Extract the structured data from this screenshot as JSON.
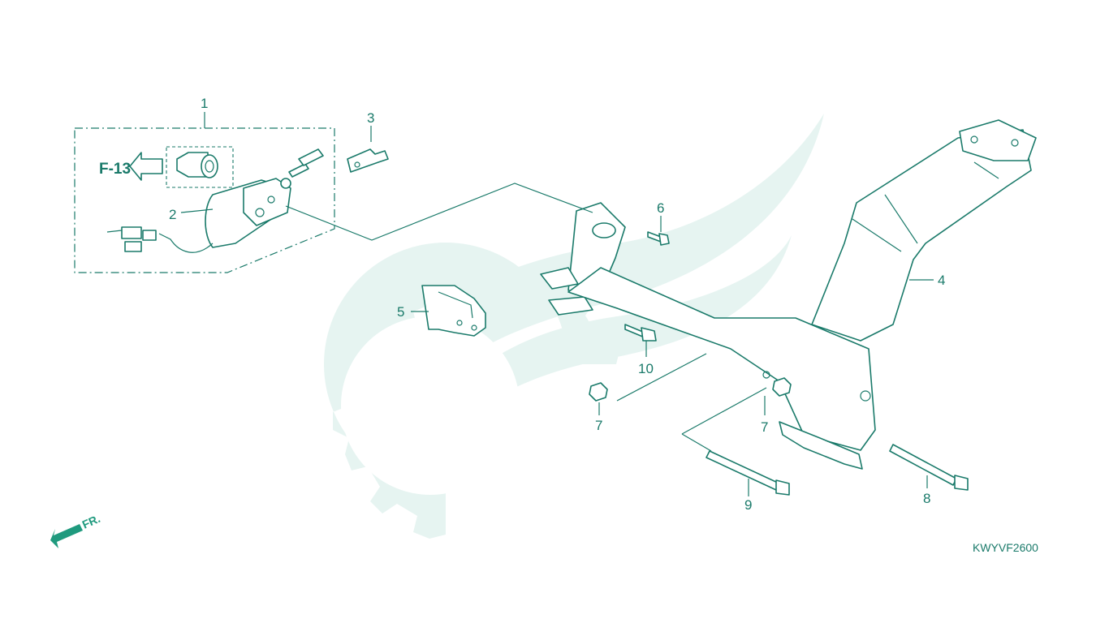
{
  "diagram": {
    "drawing_code": "KWYVF2600",
    "reference": "F-13",
    "front_mark": "FR.",
    "callouts": [
      {
        "id": "c1",
        "label": "1"
      },
      {
        "id": "c2",
        "label": "2"
      },
      {
        "id": "c3",
        "label": "3"
      },
      {
        "id": "c4",
        "label": "4"
      },
      {
        "id": "c5",
        "label": "5"
      },
      {
        "id": "c6",
        "label": "6"
      },
      {
        "id": "c7a",
        "label": "7"
      },
      {
        "id": "c7b",
        "label": "7"
      },
      {
        "id": "c8",
        "label": "8"
      },
      {
        "id": "c9",
        "label": "9"
      },
      {
        "id": "c10",
        "label": "10"
      }
    ],
    "colors": {
      "line": "#1a7a6a",
      "watermark": "#e6f4f1",
      "arrow": "#1f9a7e"
    }
  }
}
